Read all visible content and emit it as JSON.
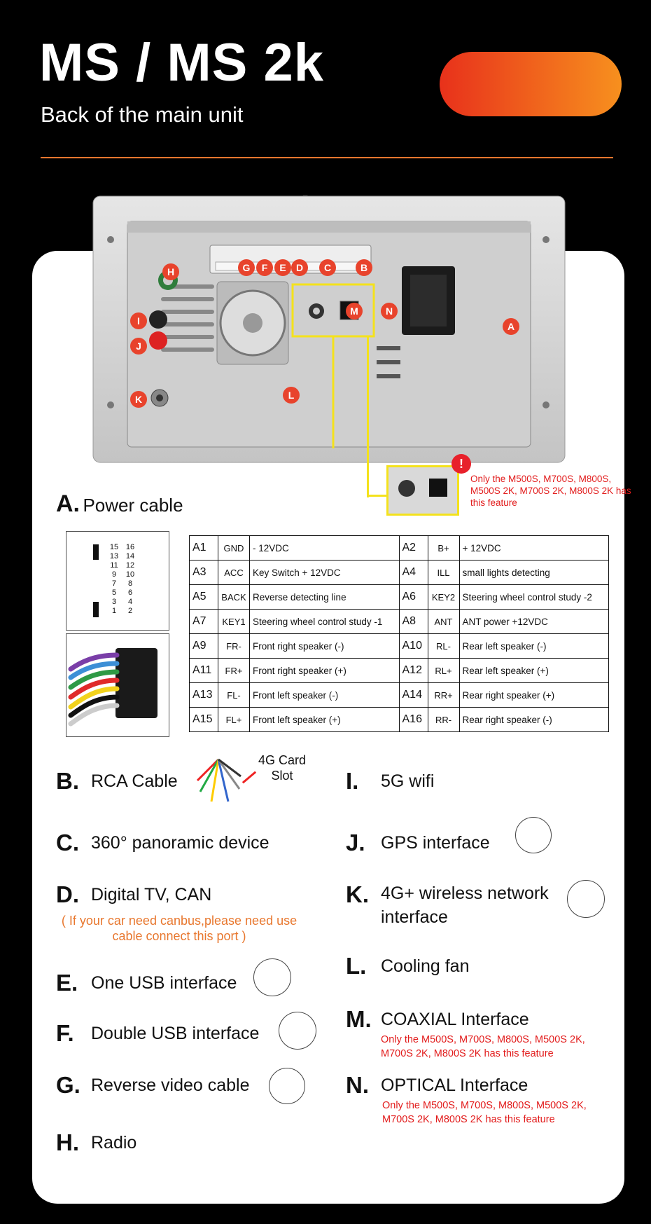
{
  "header": {
    "title": "MS / MS 2k",
    "subtitle": "Back of the main unit"
  },
  "device": {
    "markers": [
      "A",
      "B",
      "C",
      "D",
      "E",
      "F",
      "G",
      "H",
      "I",
      "J",
      "K",
      "L",
      "M",
      "N"
    ],
    "warning_note": "Only the M500S, M700S, M800S, M500S 2K, M700S 2K, M800S 2K has this feature"
  },
  "power_cable": {
    "letter": "A.",
    "label": "Power cable",
    "connector_pins": [
      "15",
      "16",
      "13",
      "14",
      "11",
      "12",
      "9",
      "10",
      "7",
      "8",
      "5",
      "6",
      "3",
      "4",
      "1",
      "2"
    ],
    "rows": [
      [
        "A1",
        "GND",
        "- 12VDC",
        "A2",
        "B+",
        "+ 12VDC"
      ],
      [
        "A3",
        "ACC",
        "Key Switch + 12VDC",
        "A4",
        "ILL",
        "small lights detecting"
      ],
      [
        "A5",
        "BACK",
        "Reverse detecting line",
        "A6",
        "KEY2",
        "Steering wheel control study -2"
      ],
      [
        "A7",
        "KEY1",
        "Steering wheel control study -1",
        "A8",
        "ANT",
        "ANT power +12VDC"
      ],
      [
        "A9",
        "FR-",
        "Front right speaker (-)",
        "A10",
        "RL-",
        "Rear left speaker (-)"
      ],
      [
        "A11",
        "FR+",
        "Front right speaker (+)",
        "A12",
        "RL+",
        "Rear left speaker (+)"
      ],
      [
        "A13",
        "FL-",
        "Front left speaker (-)",
        "A14",
        "RR+",
        "Rear right speaker (+)"
      ],
      [
        "A15",
        "FL+",
        "Front left speaker (+)",
        "A16",
        "RR-",
        "Rear right speaker (-)"
      ]
    ]
  },
  "items": {
    "B": {
      "letter": "B.",
      "label": "RCA Cable",
      "card_slot": "4G Card Slot"
    },
    "C": {
      "letter": "C.",
      "label": "360° panoramic device"
    },
    "D": {
      "letter": "D.",
      "label": "Digital TV, CAN",
      "note": "( If your car need canbus,please need use cable connect this port )"
    },
    "E": {
      "letter": "E.",
      "label": "One USB interface"
    },
    "F": {
      "letter": "F.",
      "label": "Double USB interface"
    },
    "G": {
      "letter": "G.",
      "label": "Reverse video cable"
    },
    "H": {
      "letter": "H.",
      "label": "Radio"
    },
    "I": {
      "letter": "I.",
      "label": "5G wifi"
    },
    "J": {
      "letter": "J.",
      "label": "GPS  interface"
    },
    "K": {
      "letter": "K.",
      "label": "4G+ wireless network interface"
    },
    "L": {
      "letter": "L.",
      "label": "Cooling fan"
    },
    "M": {
      "letter": "M.",
      "label": "COAXIAL Interface",
      "note": "Only the M500S, M700S, M800S, M500S 2K, M700S 2K, M800S 2K has this feature"
    },
    "N": {
      "letter": "N.",
      "label": "OPTICAL Interface",
      "note": "Only the M500S, M700S, M800S, M500S 2K, M700S 2K, M800S 2K has this feature"
    }
  },
  "colors": {
    "accent_orange": "#f7901e",
    "accent_red": "#e8311b",
    "marker": "#e8432c",
    "highlight": "#f4e21c"
  }
}
